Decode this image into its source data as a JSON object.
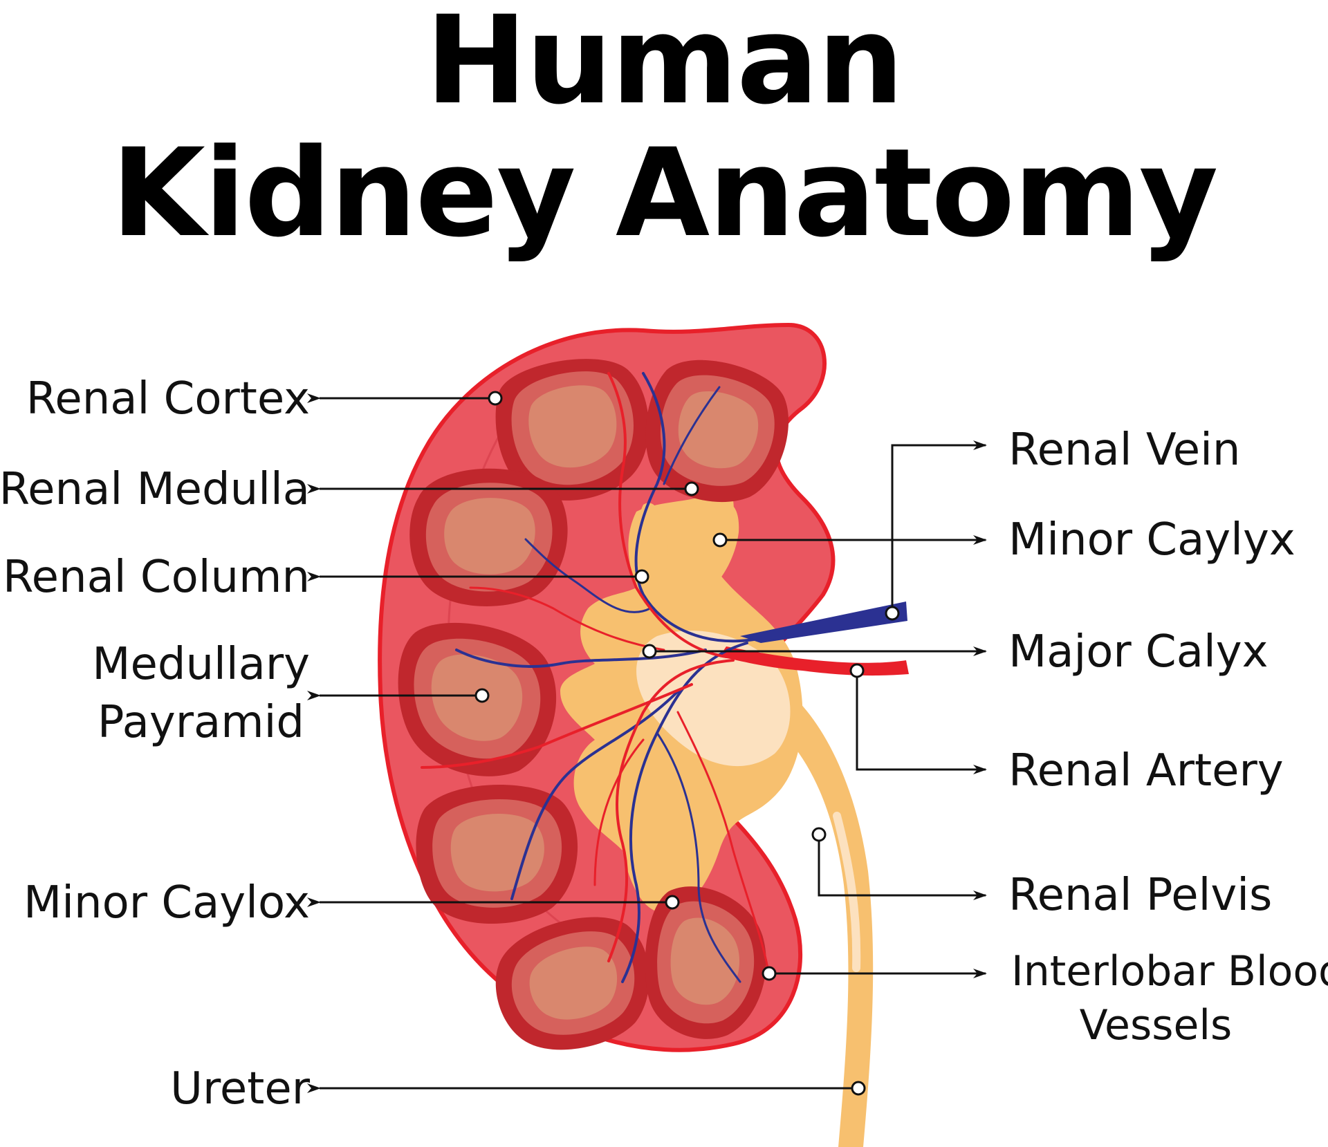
{
  "title": {
    "line1": "Human",
    "line2": "Kidney Anatomy"
  },
  "labels_left": {
    "renal_cortex": "Renal Cortex",
    "renal_medulla": "Renal Medulla",
    "renal_column": "Renal Column",
    "medullary_payramid_line1": "Medullary",
    "medullary_payramid_line2": "Payramid",
    "minor_caylox": "Minor Caylox",
    "ureter": "Ureter"
  },
  "labels_right": {
    "renal_vein": "Renal Vein",
    "minor_caylyx": "Minor Caylyx",
    "major_calyx": "Major Calyx",
    "renal_artery": "Renal Artery",
    "renal_pelvis": "Renal Pelvis",
    "interlobar_line1": "Interlobar Blood",
    "interlobar_line2": "Vessels"
  },
  "colors": {
    "kidney_outline": "#e8202a",
    "kidney_fill": "#ea5660",
    "pyramid_outer": "#c0272d",
    "pyramid_mid": "#d6615c",
    "pyramid_inner": "#d9876e",
    "pelvis": "#f7c06f",
    "pelvis_light": "#fce1bf",
    "vein": "#2b3192",
    "artery": "#e8202a"
  }
}
